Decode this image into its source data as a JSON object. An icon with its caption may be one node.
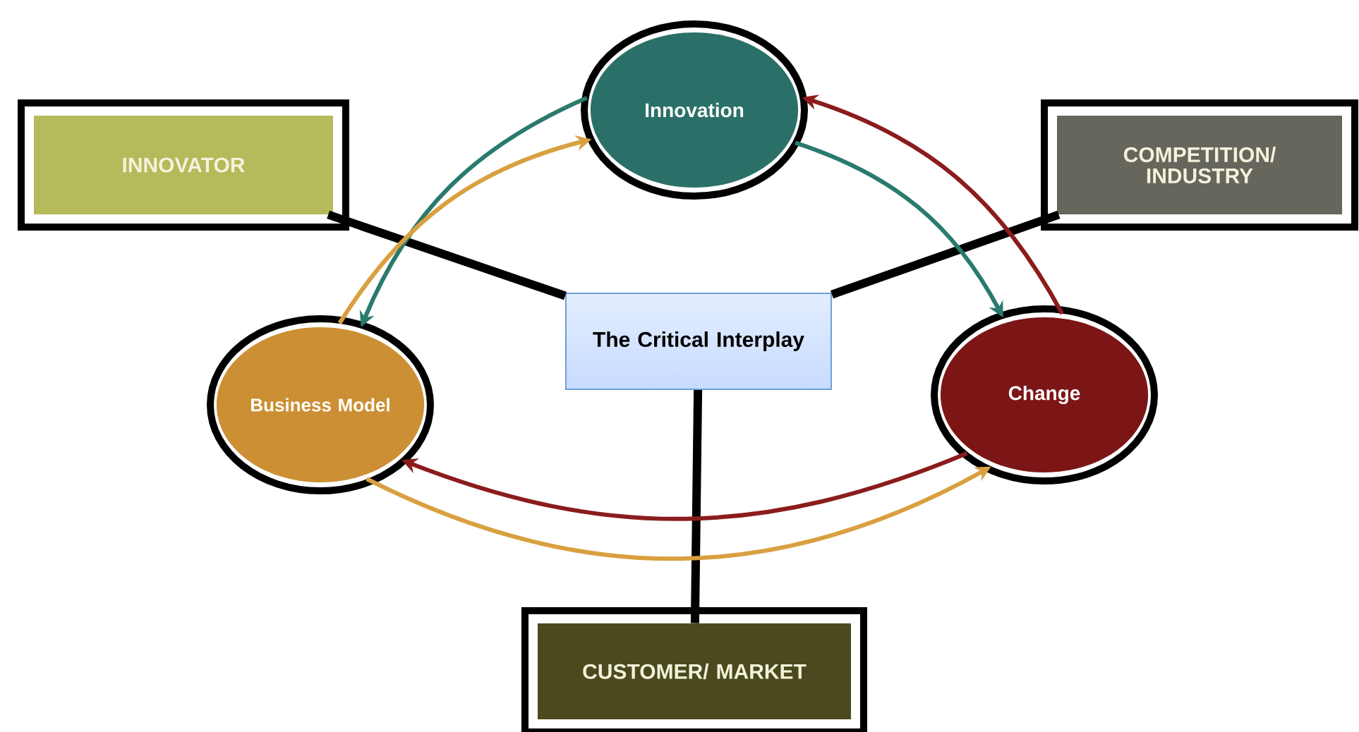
{
  "diagram": {
    "nodes": [
      {
        "text": [
          "Innovation"
        ]
      },
      {
        "text": [
          "INNOVATOR"
        ]
      },
      {
        "text": [
          "COMPETITION/ INDUSTRY"
        ]
      },
      {
        "text": [
          "The Critical Interplay"
        ]
      },
      {
        "text": [
          "Business Model"
        ]
      },
      {
        "text": [
          "Change"
        ]
      },
      {
        "text": [
          "CUSTOMER/ MARKET"
        ]
      }
    ],
    "edges": [
      {
        "from": 1,
        "to": 3,
        "arrow": "none",
        "style": "thick",
        "color": "#000000"
      },
      {
        "from": 2,
        "to": 3,
        "arrow": "none",
        "style": "thick",
        "color": "#000000"
      },
      {
        "from": 3,
        "to": 6,
        "arrow": "none",
        "style": "thick",
        "color": "#000000"
      },
      {
        "from": 0,
        "to": 4,
        "arrow": "to",
        "color": "#2a7a6e"
      },
      {
        "from": 4,
        "to": 0,
        "arrow": "to",
        "color": "#d9a040"
      },
      {
        "from": 0,
        "to": 5,
        "arrow": "to",
        "color": "#2a7a6e"
      },
      {
        "from": 5,
        "to": 0,
        "arrow": "to",
        "color": "#8b1c1c"
      },
      {
        "from": 5,
        "to": 4,
        "arrow": "to",
        "color": "#8b1c1c"
      },
      {
        "from": 4,
        "to": 5,
        "arrow": "to",
        "color": "#d9a040"
      }
    ]
  }
}
